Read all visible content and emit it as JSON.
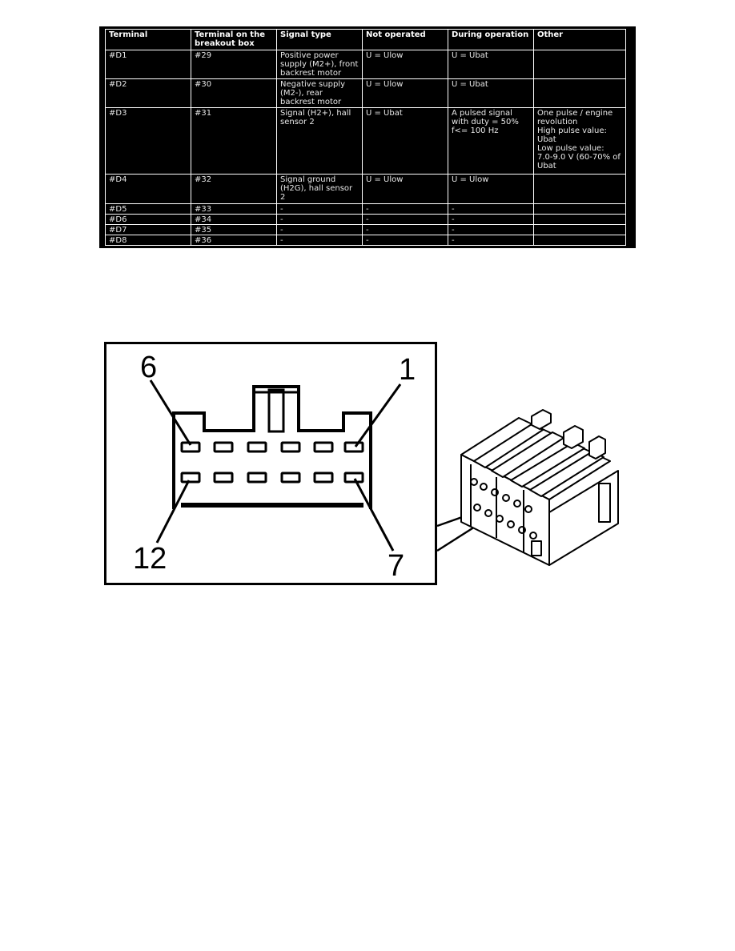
{
  "table": {
    "headers": [
      "Terminal",
      "Terminal on the breakout box",
      "Signal type",
      "Not operated",
      "During operation",
      "Other"
    ],
    "rows": [
      [
        "#D1",
        "#29",
        "Positive power supply (M2+), front backrest motor",
        "U = Ulow",
        "U = Ubat",
        ""
      ],
      [
        "#D2",
        "#30",
        "Negative supply (M2-), rear backrest motor",
        "U = Ulow",
        "U = Ubat",
        ""
      ],
      [
        "#D3",
        "#31",
        "Signal (H2+), hall sensor 2",
        "U = Ubat",
        "A pulsed signal with duty = 50% f<= 100 Hz",
        "One pulse / engine revolution\nHigh pulse value: Ubat\nLow pulse value: 7.0-9.0 V (60-70% of Ubat"
      ],
      [
        "#D4",
        "#32",
        "Signal ground (H2G), hall sensor 2",
        "U = Ulow",
        "U = Ulow",
        ""
      ],
      [
        "#D5",
        "#33",
        "-",
        "-",
        "-",
        ""
      ],
      [
        "#D6",
        "#34",
        "-",
        "-",
        "-",
        ""
      ],
      [
        "#D7",
        "#35",
        "-",
        "-",
        "-",
        ""
      ],
      [
        "#D8",
        "#36",
        "-",
        "-",
        "-",
        ""
      ]
    ]
  },
  "connector": {
    "label_top_left": "6",
    "label_top_right": "1",
    "label_bottom_left": "12",
    "label_bottom_right": "7"
  }
}
